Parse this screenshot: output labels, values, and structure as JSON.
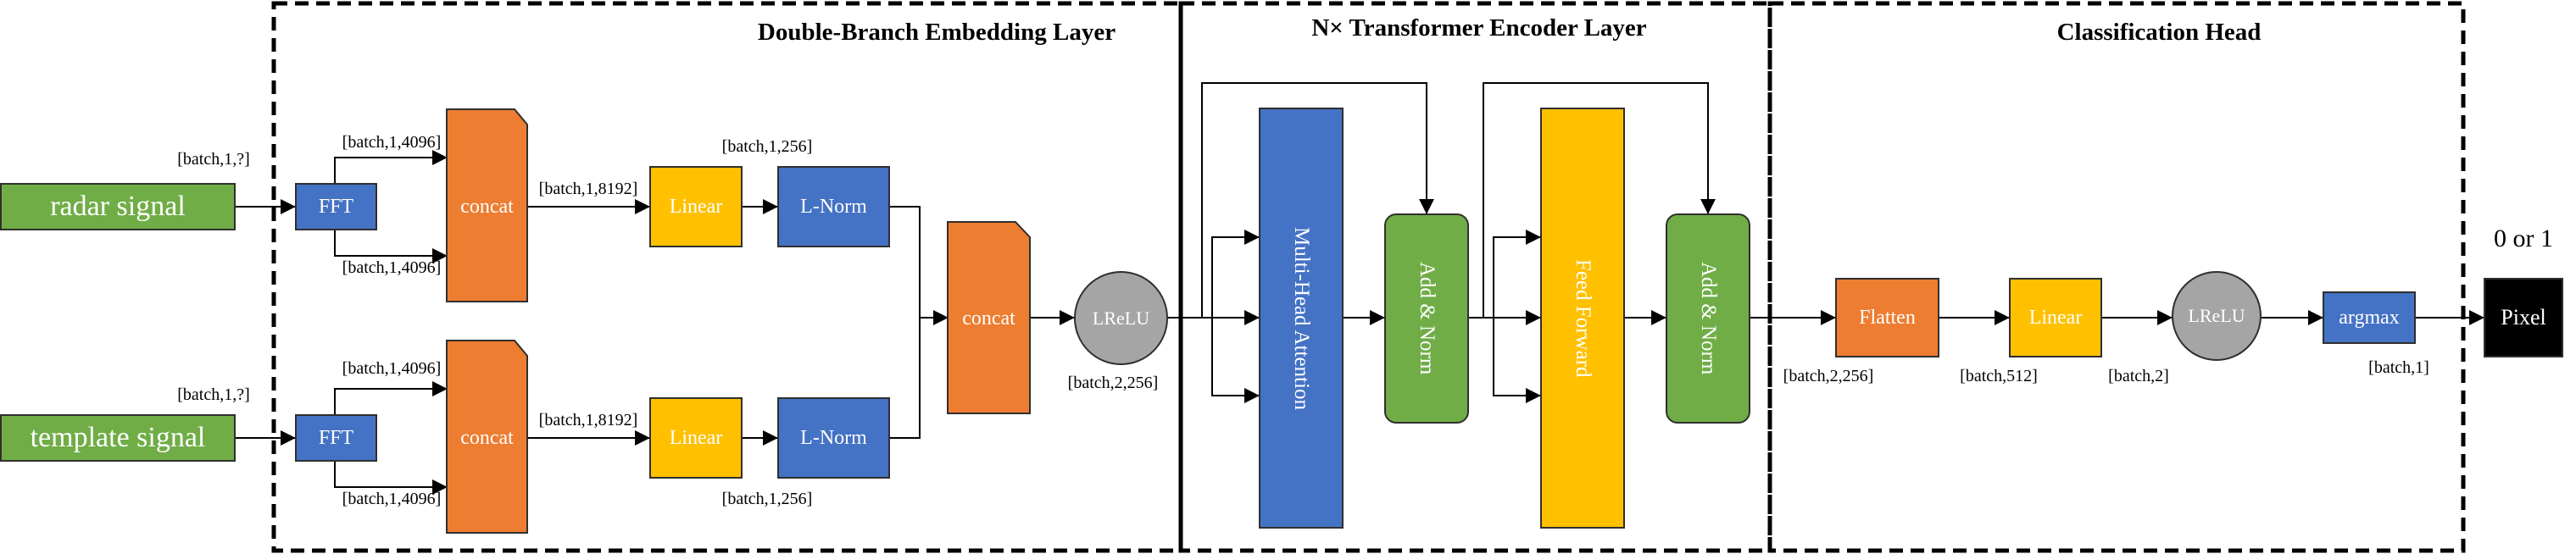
{
  "sections": {
    "embedding": "Double-Branch Embedding Layer",
    "encoder": "N× Transformer Encoder Layer",
    "head": "Classification Head"
  },
  "inputs": {
    "radar": "radar signal",
    "template": "template signal"
  },
  "nodes": {
    "fft": "FFT",
    "concat": "concat",
    "linear": "Linear",
    "lnorm": "L-Norm",
    "lrelu": "LReLU",
    "mha": "Multi-Head  Attention",
    "addnorm": "Add & Norm",
    "ff": "Feed Forward",
    "flatten": "Flatten",
    "argmax": "argmax",
    "pixel": "Pixel"
  },
  "dims": {
    "input": "[batch,1,?]",
    "fft_out": "[batch,1,4096]",
    "concat_out": "[batch,1,8192]",
    "norm_out": "[batch,1,256]",
    "merge_out": "[batch,2,256]",
    "flatten_in": "[batch,2,256]",
    "flatten_out": "[batch,512]",
    "linear_out": "[batch,2]",
    "argmax_out": "[batch,1]"
  },
  "output_label": "0 or 1",
  "colors": {
    "blue": "#4472c4",
    "green": "#70ad47",
    "orange": "#ed7d31",
    "yellow": "#ffc000",
    "gray": "#a5a5a5",
    "black": "#000000"
  }
}
